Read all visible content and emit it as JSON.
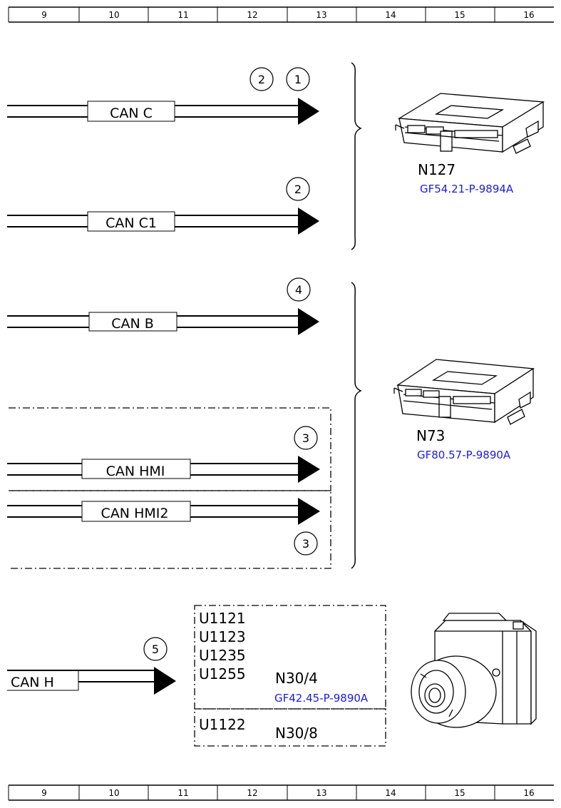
{
  "grid_top": [
    "9",
    "10",
    "11",
    "12",
    "13",
    "14",
    "15",
    "16"
  ],
  "grid_bottom": [
    "9",
    "10",
    "11",
    "12",
    "13",
    "14",
    "15",
    "16"
  ],
  "buses": {
    "can_c": "CAN C",
    "can_c1": "CAN C1",
    "can_b": "CAN B",
    "can_hmi": "CAN HMI",
    "can_hmi2": "CAN HMI2",
    "can_h": "CAN H"
  },
  "callouts": {
    "c2_top": "2",
    "c1_top": "1",
    "c2_canc1": "2",
    "c4": "4",
    "c3_hmi": "3",
    "c3_hmi2": "3",
    "c5": "5"
  },
  "components": {
    "n127": {
      "name": "N127",
      "ref": "GF54.21-P-9894A"
    },
    "n73": {
      "name": "N73",
      "ref": "GF80.57-P-9890A"
    },
    "n30_4": {
      "name": "N30/4",
      "ref": "GF42.45-P-9890A"
    },
    "n30_8": {
      "name": "N30/8"
    }
  },
  "fault_codes": {
    "upper": [
      "U1121",
      "U1123",
      "U1235",
      "U1255"
    ],
    "lower": [
      "U1122"
    ]
  },
  "colors": {
    "line": "#000000",
    "reference_text": "#1a1ae6"
  }
}
